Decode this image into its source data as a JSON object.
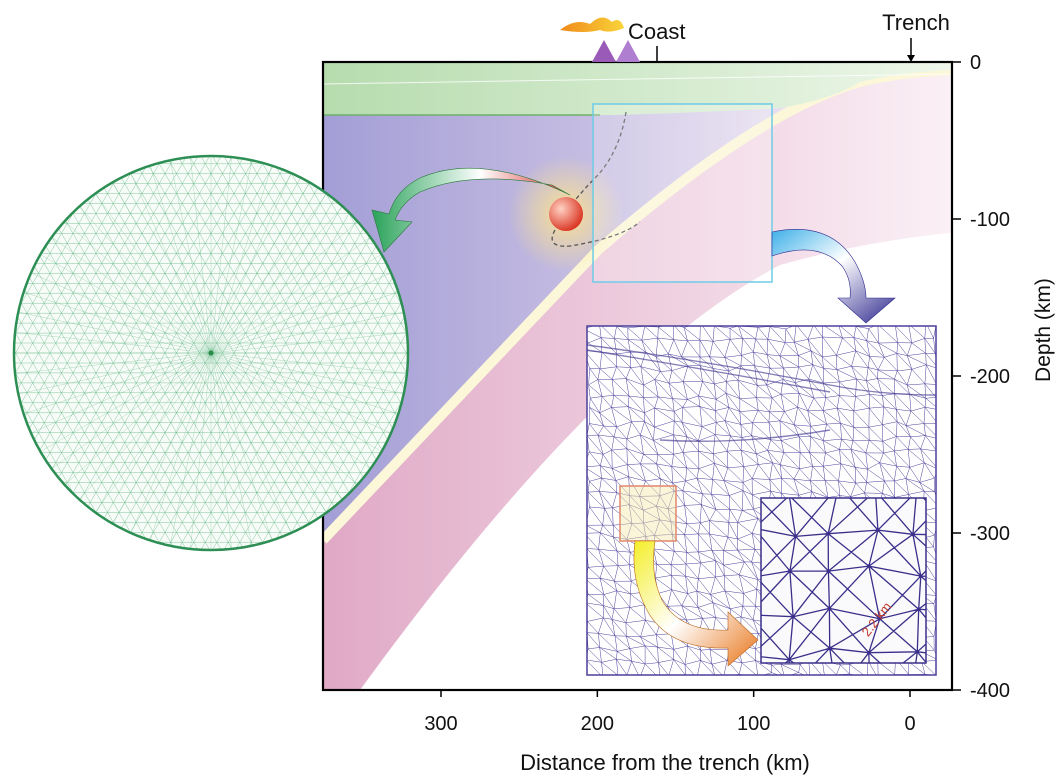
{
  "labels": {
    "coast": "Coast",
    "trench": "Trench",
    "x_axis": "Distance from the trench (km)",
    "y_axis": "Depth (km)",
    "scale": "2.2 km"
  },
  "x_ticks": [
    {
      "value": 300,
      "label": "300"
    },
    {
      "value": 200,
      "label": "200"
    },
    {
      "value": 100,
      "label": "100"
    },
    {
      "value": 0,
      "label": "0"
    }
  ],
  "y_ticks": [
    {
      "value": 0,
      "label": "0"
    },
    {
      "value": -100,
      "label": "-100"
    },
    {
      "value": -200,
      "label": "-200"
    },
    {
      "value": -300,
      "label": "-300"
    },
    {
      "value": -400,
      "label": "-400"
    }
  ],
  "colors": {
    "crust": "#bfe0b8",
    "mantle_wedge": "#a9a3d8",
    "slab": "#e7b8cf",
    "slab_top": "#fbf7d8",
    "mesh_green": "#3aa36a",
    "mesh_purple": "#4a3f9a",
    "box_cyan": "#6fcbe6",
    "box_orange": "#e0876a",
    "arrow_green": "#2aa35a",
    "arrow_red": "#d42a2a",
    "arrow_blue": "#2f2a8f",
    "arrow_orange": "#e8751a",
    "volcano": "#9a5bb8",
    "scale_text": "#c0392b"
  }
}
